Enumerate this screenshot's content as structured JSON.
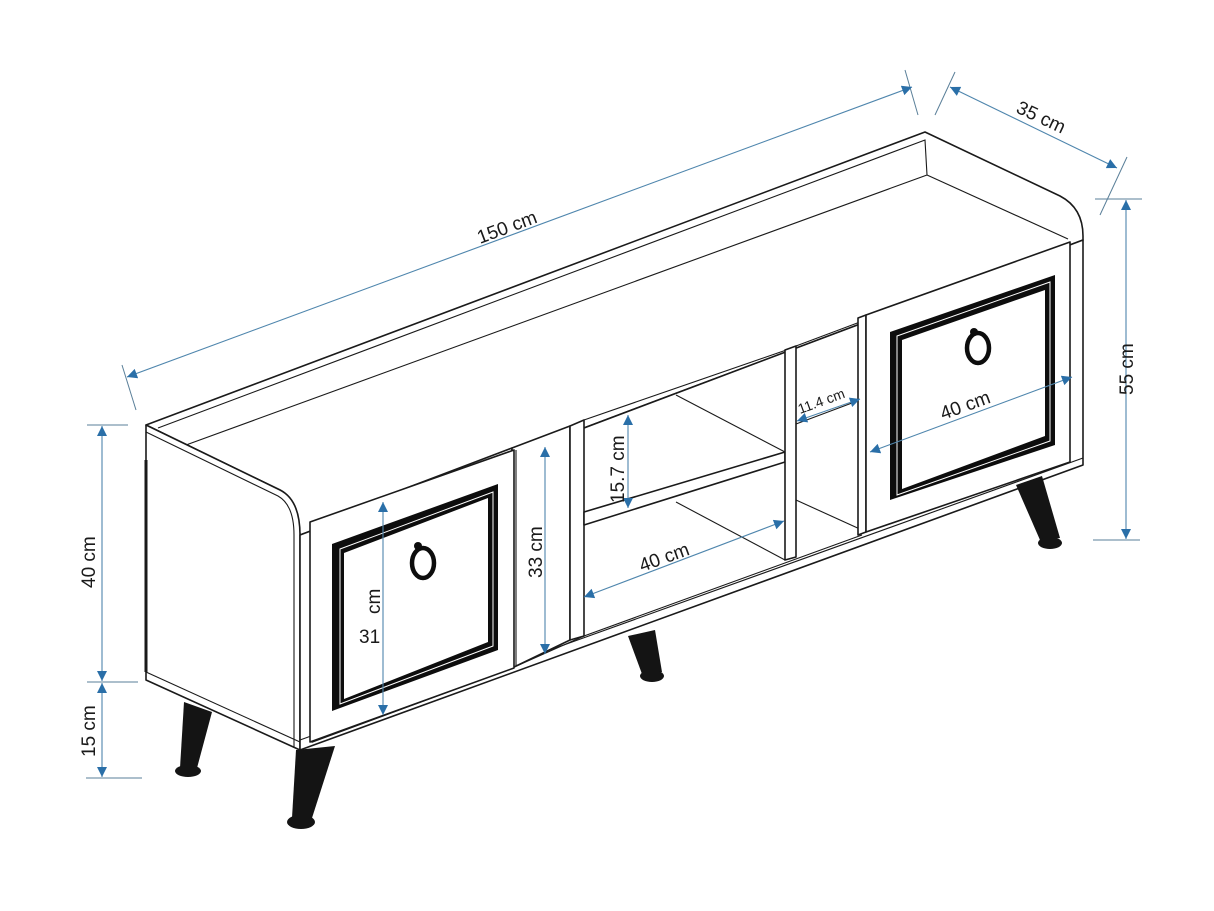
{
  "diagram": {
    "subject": "TV stand dimension drawing",
    "colors": {
      "dimension_arrow": "#2a6fa8",
      "dimension_line": "#4f86ad",
      "outline": "#1a1a1a",
      "legs_and_door_frames": "#0d0d0d",
      "background": "#ffffff"
    },
    "dimensions": {
      "overall_width": "150 cm",
      "overall_depth": "35 cm",
      "overall_height": "55 cm",
      "body_height": "40 cm",
      "leg_height": "15 cm",
      "left_door_height_number": "31",
      "left_door_height_unit": "cm",
      "center_compartment_height": "33 cm",
      "upper_shelf_height": "15.7 cm",
      "center_shelf_width": "40 cm",
      "right_open_gap": "11.4 cm",
      "right_door_width": "40 cm"
    },
    "components": [
      {
        "name": "left-door",
        "handle": "ring-pull"
      },
      {
        "name": "right-door",
        "handle": "ring-pull"
      },
      {
        "name": "center-open-shelving",
        "shelves": 2
      },
      {
        "name": "right-open-compartment"
      },
      {
        "name": "legs",
        "count": 4,
        "style": "tapered angled"
      }
    ]
  }
}
